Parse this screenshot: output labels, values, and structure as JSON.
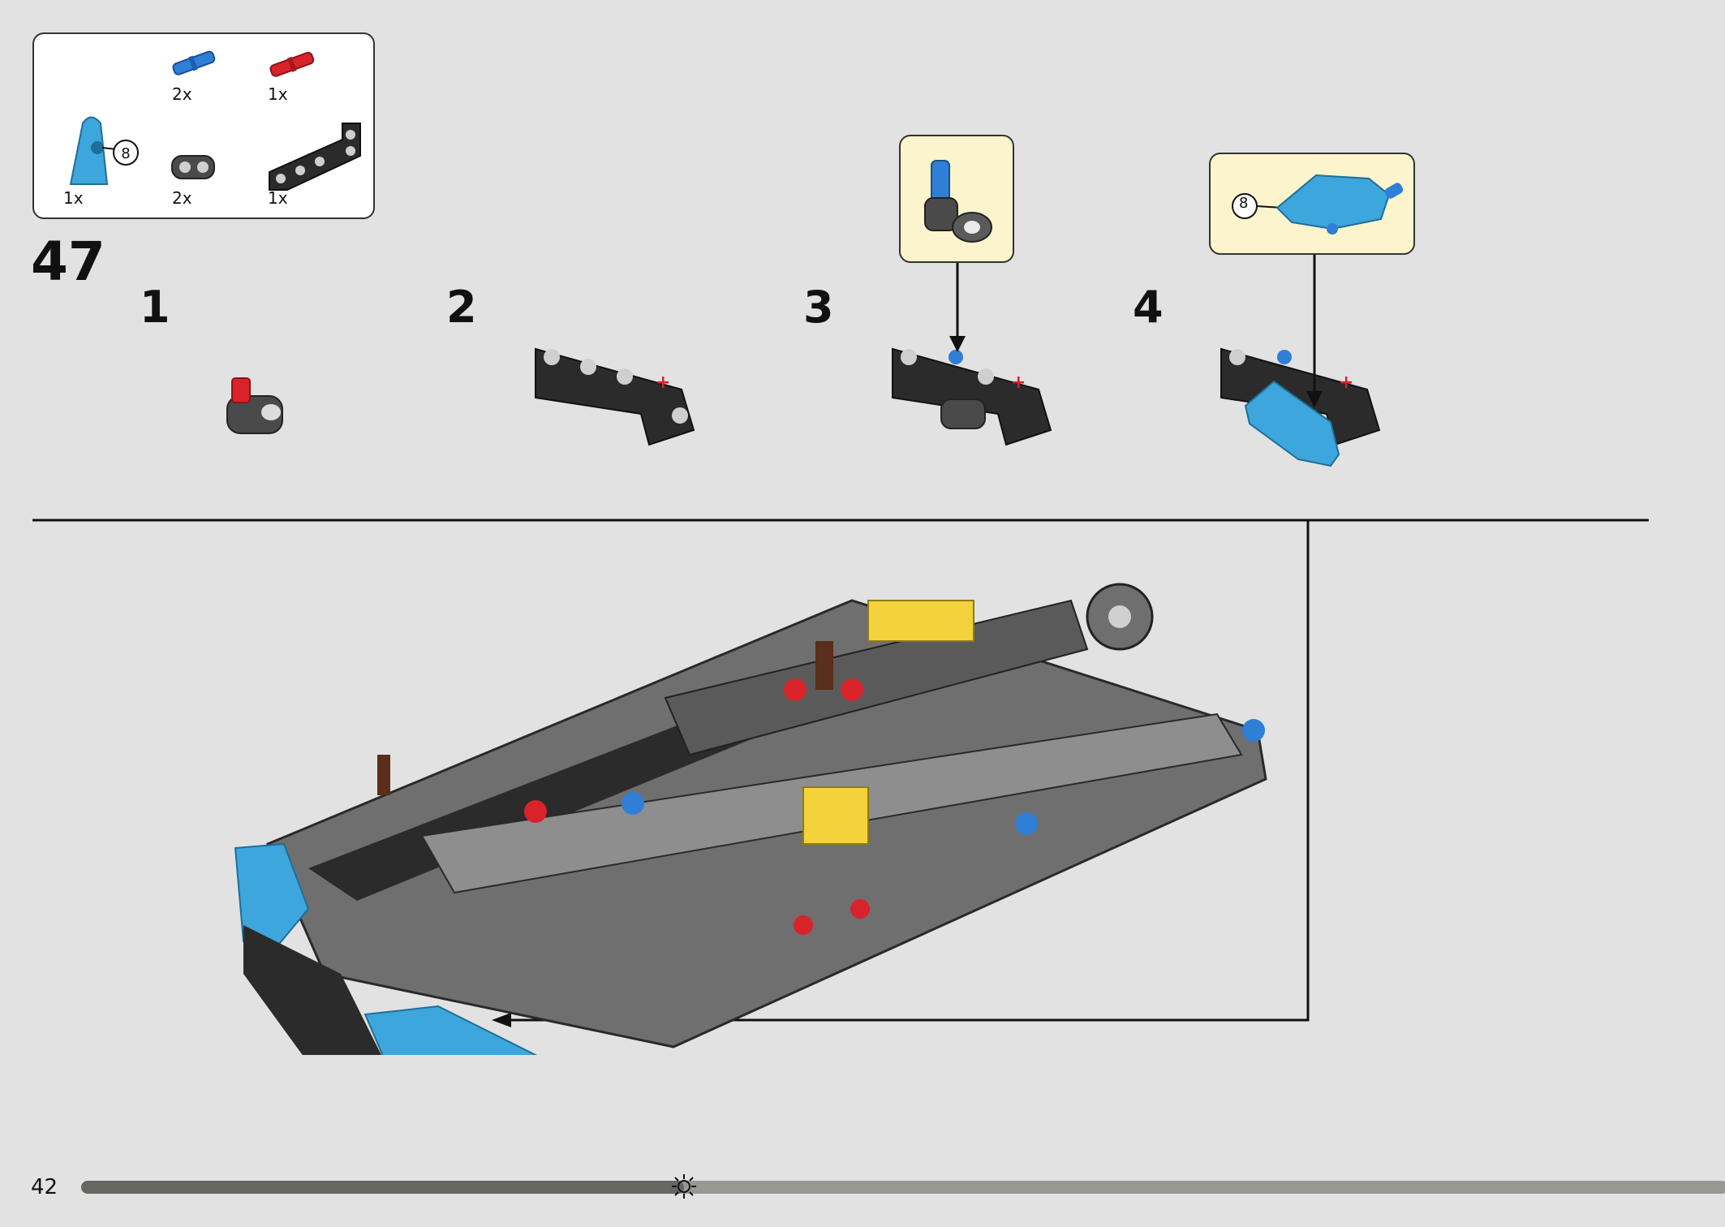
{
  "parts": {
    "items": [
      {
        "quantity": "2x",
        "color": "#2f7fd6",
        "icon": "blue-pin-icon"
      },
      {
        "quantity": "1x",
        "color": "#d8232a",
        "icon": "red-axle-pin-icon"
      },
      {
        "quantity": "1x",
        "color": "#3da6dc",
        "icon": "blue-panel-8-icon"
      },
      {
        "quantity": "2x",
        "color": "#4a4a4a",
        "icon": "gray-connector-icon"
      },
      {
        "quantity": "1x",
        "color": "#2b2b2b",
        "icon": "black-beam-icon"
      }
    ],
    "panel_number": "8"
  },
  "step": {
    "number": "47",
    "sub_steps": [
      "1",
      "2",
      "3",
      "4"
    ],
    "callout_panel_number": "8"
  },
  "page": {
    "number": "42",
    "progress_fraction": 0.366
  },
  "colors": {
    "background": "#e2e2e2",
    "callout_bg": "#fbf4cc",
    "beam_dark": "#2b2b2b",
    "light_blue": "#3da6dc",
    "red": "#d8232a",
    "yellow": "#f3d23b"
  }
}
